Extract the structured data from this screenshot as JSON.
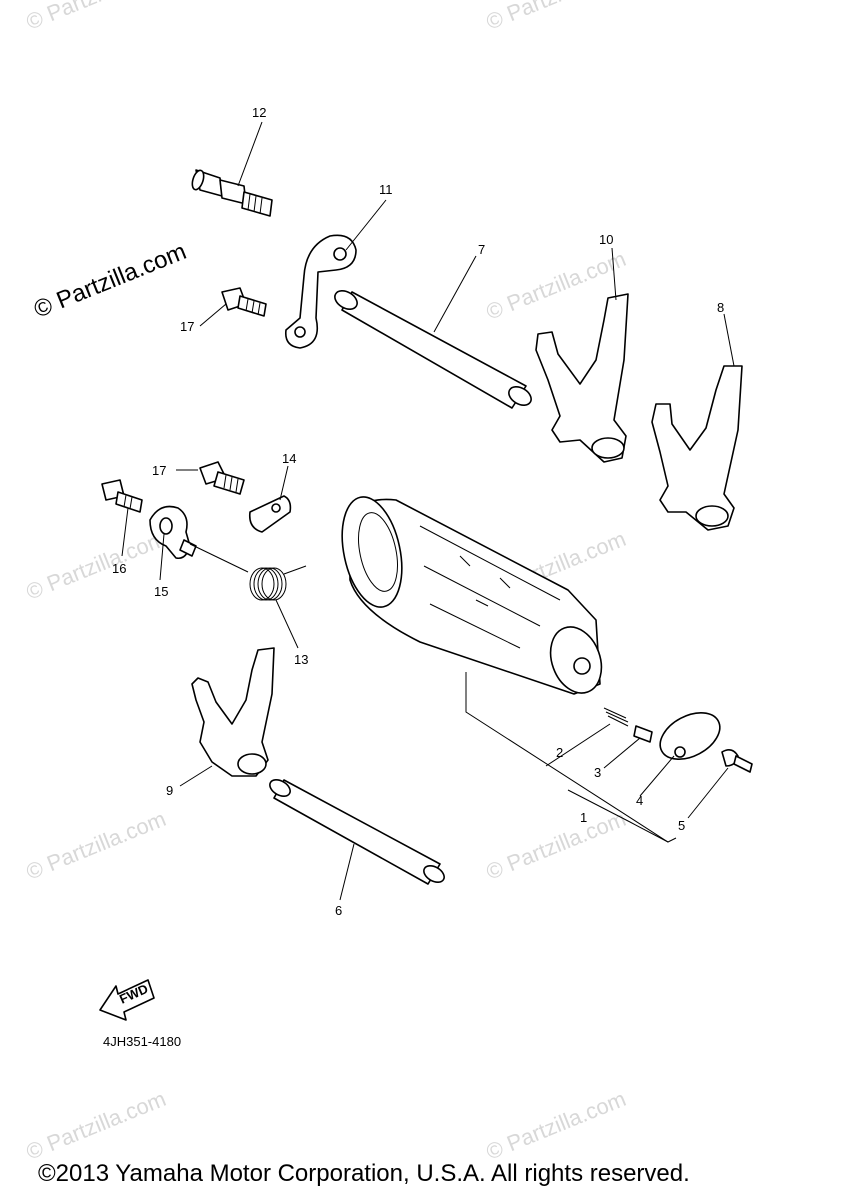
{
  "watermark": {
    "main": "© Partzilla.com",
    "tile": "© Partzilla.com"
  },
  "callouts": {
    "c1": "1",
    "c2": "2",
    "c3": "3",
    "c4": "4",
    "c5": "5",
    "c6": "6",
    "c7": "7",
    "c8": "8",
    "c9": "9",
    "c10": "10",
    "c11": "11",
    "c12": "12",
    "c13": "13",
    "c14": "14",
    "c15": "15",
    "c16": "16",
    "c17a": "17",
    "c17b": "17"
  },
  "fwd_label": "FWD",
  "diagram_code": "4JH351-4180",
  "copyright": "©2013 Yamaha Motor Corporation, U.S.A. All rights reserved."
}
